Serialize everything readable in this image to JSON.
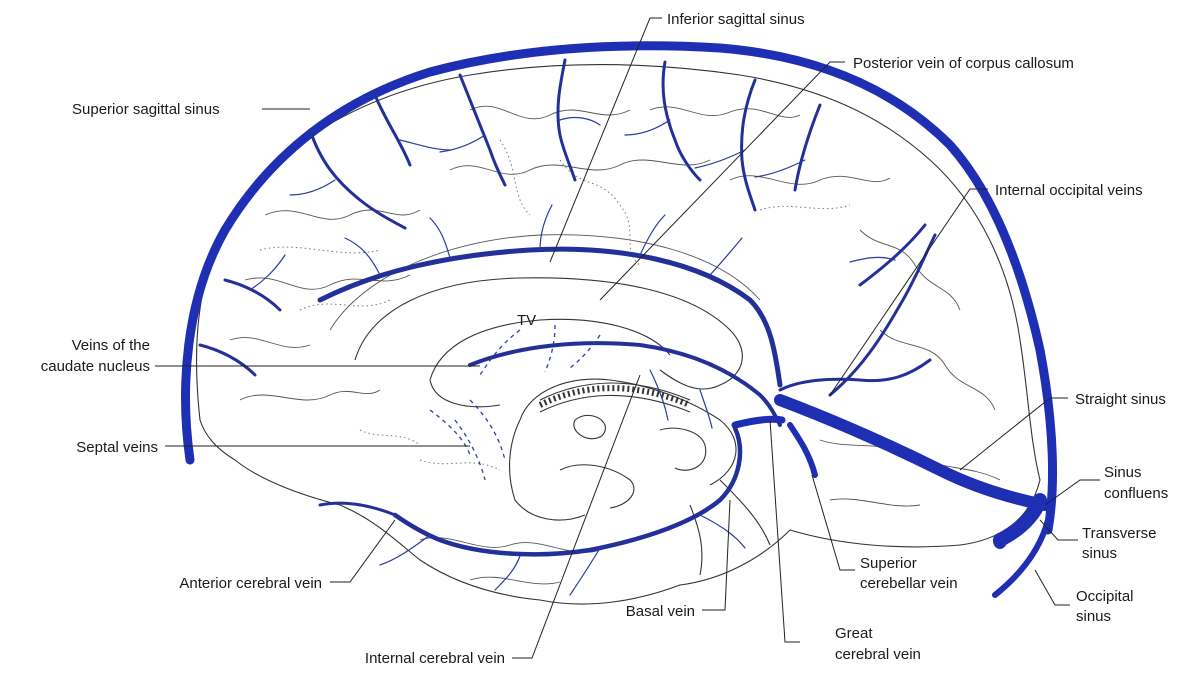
{
  "colors": {
    "vein": "#1f2fb4",
    "outline": "#333333",
    "background": "#ffffff"
  },
  "labels": {
    "inferior_sagittal_sinus": "Inferior sagittal sinus",
    "posterior_vein_corpus_callosum": "Posterior vein of corpus callosum",
    "superior_sagittal_sinus": "Superior sagittal sinus",
    "internal_occipital_veins": "Internal occipital veins",
    "veins_caudate_line1": "Veins of the",
    "veins_caudate_line2": "caudate nucleus",
    "tv": "TV",
    "straight_sinus": "Straight sinus",
    "septal_veins": "Septal veins",
    "sinus_confluens_line1": "Sinus",
    "sinus_confluens_line2": "confluens",
    "transverse_sinus_line1": "Transverse",
    "transverse_sinus_line2": "sinus",
    "superior_cerebellar_line1": "Superior",
    "superior_cerebellar_line2": "cerebellar vein",
    "anterior_cerebral_vein": "Anterior cerebral vein",
    "occipital_sinus_line1": "Occipital",
    "occipital_sinus_line2": "sinus",
    "basal_vein": "Basal vein",
    "great_cerebral_line1": "Great",
    "great_cerebral_line2": "cerebral vein",
    "internal_cerebral_vein": "Internal cerebral vein"
  }
}
